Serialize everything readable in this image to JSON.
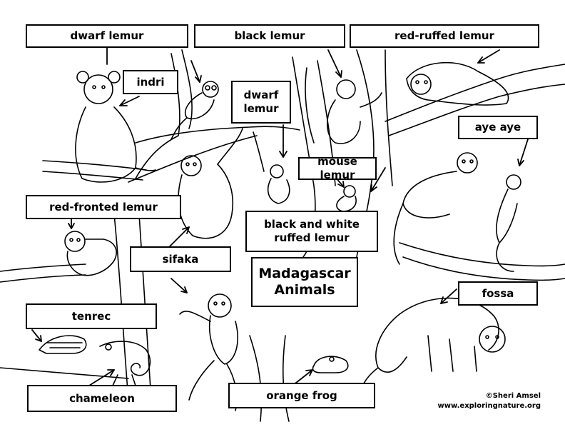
{
  "labels": {
    "dwarf_lemur_top": "dwarf lemur",
    "black_lemur": "black lemur",
    "red_ruffed_lemur": "red-ruffed lemur",
    "indri": "indri",
    "dwarf_lemur_middle": "dwarf\nlemur",
    "aye_aye": "aye aye",
    "mouse_lemur": "mouse lemur",
    "red_fronted_lemur": "red-fronted lemur",
    "black_and_white_ruffed_lemur": "black and white\nruffed lemur",
    "sifaka": "sifaka",
    "tenrec": "tenrec",
    "fossa": "fossa",
    "chameleon": "chameleon",
    "orange_frog": "orange frog"
  },
  "title": "Madagascar\nAnimals",
  "credit": {
    "author": "©Sheri Amsel",
    "website": "www.exploringnature.org"
  }
}
